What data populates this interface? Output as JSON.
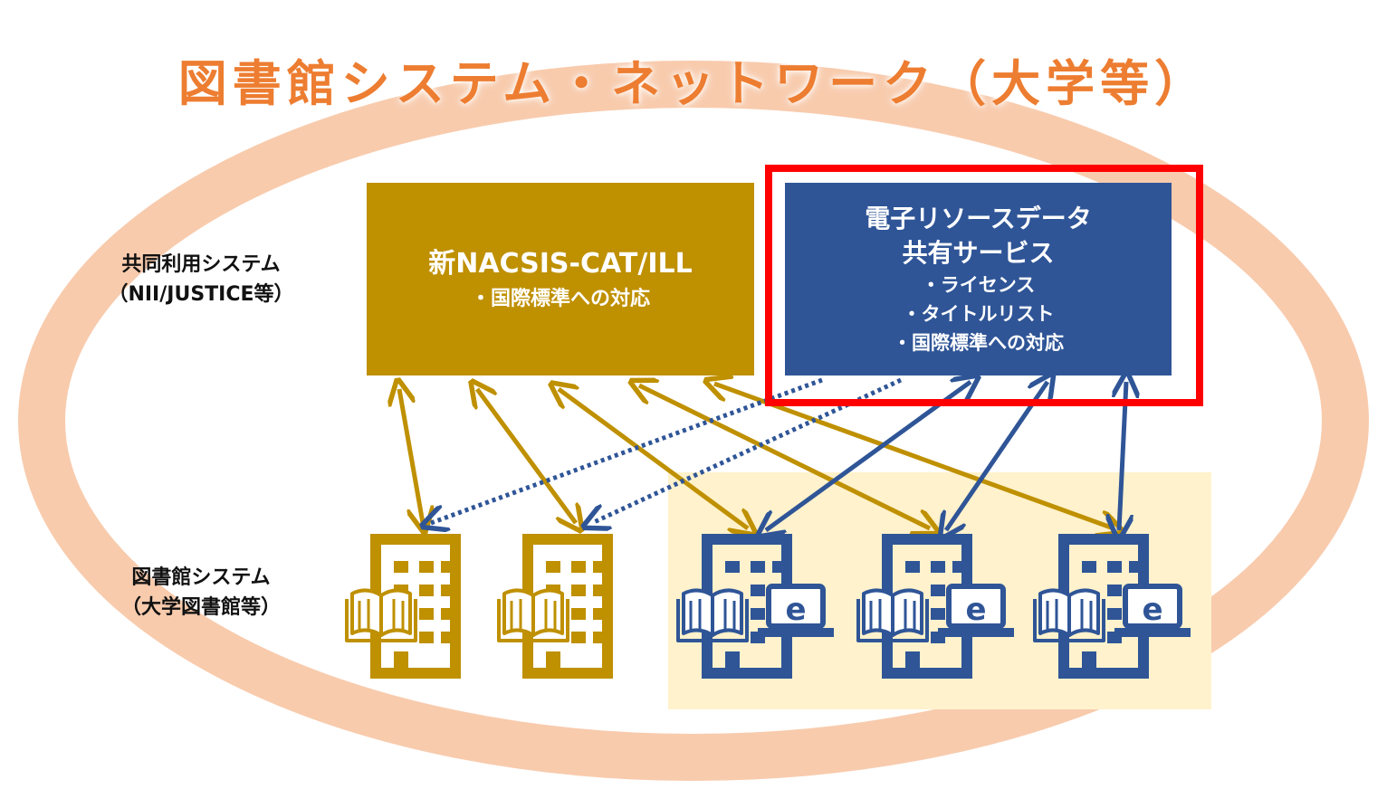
{
  "title": "図書館システム・ネットワーク（大学等）",
  "row_labels": {
    "shared_system": [
      "共同利用システム",
      "（NII/JUSTICE等）"
    ],
    "library_system": [
      "図書館システム",
      "（大学図書館等）"
    ]
  },
  "nacsis_box": {
    "heading": "新NACSIS-CAT/ILL",
    "items": [
      "・国際標準への対応"
    ]
  },
  "eresource_box": {
    "heading": [
      "電子リソースデータ",
      "共有サービス"
    ],
    "items": [
      "・ライセンス",
      "・タイトルリスト",
      "・国際標準への対応"
    ]
  },
  "libraries": [
    {
      "type": "print"
    },
    {
      "type": "print"
    },
    {
      "type": "print-electronic",
      "badge": "e"
    },
    {
      "type": "print-electronic",
      "badge": "e"
    },
    {
      "type": "print-electronic",
      "badge": "e"
    }
  ],
  "colors": {
    "ring": "#F8CBAD",
    "title": "#ED7D31",
    "nacsis": "#BF9000",
    "eresource": "#2F5597",
    "highlight": "#FF0000",
    "e_library_zone": "#FFF2CC"
  }
}
